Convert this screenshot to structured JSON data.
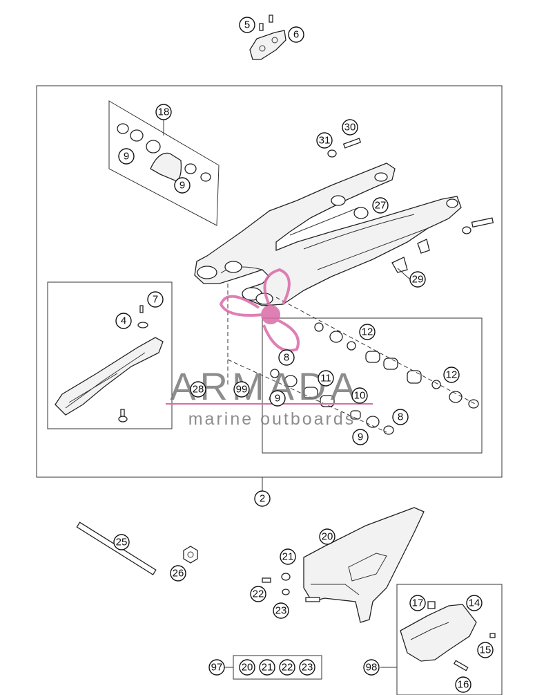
{
  "callouts": {
    "c5": "5",
    "c6": "6",
    "c18": "18",
    "c9a": "9",
    "c9b": "9",
    "c31": "31",
    "c30": "30",
    "c27": "27",
    "c29": "29",
    "c7": "7",
    "c4": "4",
    "c12a": "12",
    "c8a": "8",
    "c11": "11",
    "c12b": "12",
    "c28": "28",
    "c99": "99",
    "c9c": "9",
    "c10": "10",
    "c8b": "8",
    "c9d": "9",
    "c2": "2",
    "c20": "20",
    "c25": "25",
    "c21": "21",
    "c26": "26",
    "c22": "22",
    "c23": "23",
    "c17": "17",
    "c14": "14",
    "c15": "15",
    "c97": "97",
    "k20": "20",
    "k21": "21",
    "k22": "22",
    "k23": "23",
    "c98": "98",
    "c16": "16"
  },
  "watermark": {
    "brand": "ARMADA",
    "tagline": "marine outboards",
    "accent_color": "#d96aa8",
    "text_color": "#7a7a7a"
  }
}
